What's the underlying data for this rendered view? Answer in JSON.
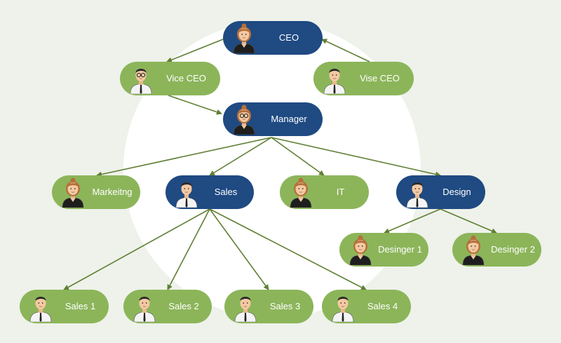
{
  "colors": {
    "background": "#eef2ea",
    "circle": "#ffffff",
    "green_node": "#8cb55a",
    "blue_node": "#1f4a82",
    "connector": "#607f34",
    "node_text": "#ffffff"
  },
  "nodes": {
    "ceo": {
      "label": "CEO",
      "color": "blue",
      "avatar": "woman-avatar-icon"
    },
    "vice_ceo": {
      "label": "Vice CEO",
      "color": "green",
      "avatar": "man-glasses-avatar-icon"
    },
    "vise_ceo": {
      "label": "Vise CEO",
      "color": "green",
      "avatar": "man-avatar-icon"
    },
    "manager": {
      "label": "Manager",
      "color": "blue",
      "avatar": "woman-glasses-avatar-icon"
    },
    "marketing": {
      "label": "Markeitng",
      "color": "green",
      "avatar": "woman-avatar-icon"
    },
    "sales": {
      "label": "Sales",
      "color": "blue",
      "avatar": "man-avatar-icon"
    },
    "it": {
      "label": "IT",
      "color": "green",
      "avatar": "woman-avatar-icon"
    },
    "design": {
      "label": "Design",
      "color": "blue",
      "avatar": "man-avatar-icon"
    },
    "designer_1": {
      "label": "Desinger 1",
      "color": "green",
      "avatar": "woman-avatar-icon"
    },
    "designer_2": {
      "label": "Desinger 2",
      "color": "green",
      "avatar": "woman-avatar-icon"
    },
    "sales_1": {
      "label": "Sales 1",
      "color": "green",
      "avatar": "man-avatar-icon"
    },
    "sales_2": {
      "label": "Sales 2",
      "color": "green",
      "avatar": "man-avatar-icon"
    },
    "sales_3": {
      "label": "Sales 3",
      "color": "green",
      "avatar": "man-avatar-icon"
    },
    "sales_4": {
      "label": "Sales 4",
      "color": "green",
      "avatar": "man-avatar-icon"
    }
  },
  "edges": [
    {
      "from": "ceo",
      "to": "vice_ceo"
    },
    {
      "from": "vise_ceo",
      "to": "ceo"
    },
    {
      "from": "vice_ceo",
      "to": "manager"
    },
    {
      "from": "manager",
      "to": "marketing"
    },
    {
      "from": "manager",
      "to": "sales"
    },
    {
      "from": "manager",
      "to": "it"
    },
    {
      "from": "manager",
      "to": "design"
    },
    {
      "from": "design",
      "to": "designer_1"
    },
    {
      "from": "design",
      "to": "designer_2"
    },
    {
      "from": "sales",
      "to": "sales_1"
    },
    {
      "from": "sales",
      "to": "sales_2"
    },
    {
      "from": "sales",
      "to": "sales_3"
    },
    {
      "from": "sales",
      "to": "sales_4"
    }
  ]
}
